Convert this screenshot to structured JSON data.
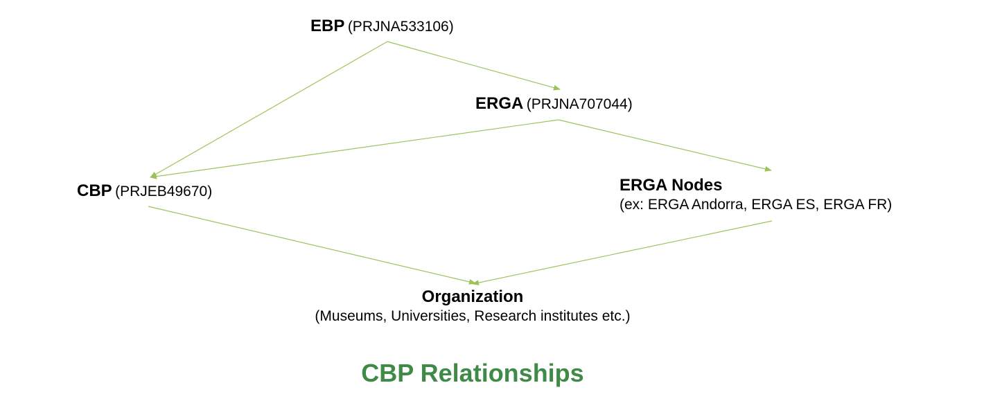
{
  "nodes": {
    "ebp": {
      "name": "EBP",
      "id": "(PRJNA533106)"
    },
    "erga": {
      "name": "ERGA",
      "id": "(PRJNA707044)"
    },
    "cbp": {
      "name": "CBP",
      "id": "(PRJEB49670)"
    },
    "erga_nodes": {
      "name": "ERGA Nodes",
      "sub": "(ex: ERGA Andorra, ERGA ES, ERGA FR)"
    },
    "organization": {
      "name": "Organization",
      "sub": "(Museums, Universities, Research institutes etc.)"
    }
  },
  "edges": [
    {
      "from": "ebp",
      "to": "erga"
    },
    {
      "from": "ebp",
      "to": "cbp"
    },
    {
      "from": "erga",
      "to": "cbp"
    },
    {
      "from": "erga",
      "to": "erga_nodes"
    },
    {
      "from": "cbp",
      "to": "organization"
    },
    {
      "from": "erga_nodes",
      "to": "organization"
    }
  ],
  "caption": "CBP Relationships",
  "colors": {
    "edge": "#9cc35a",
    "caption": "#3f8a47"
  }
}
